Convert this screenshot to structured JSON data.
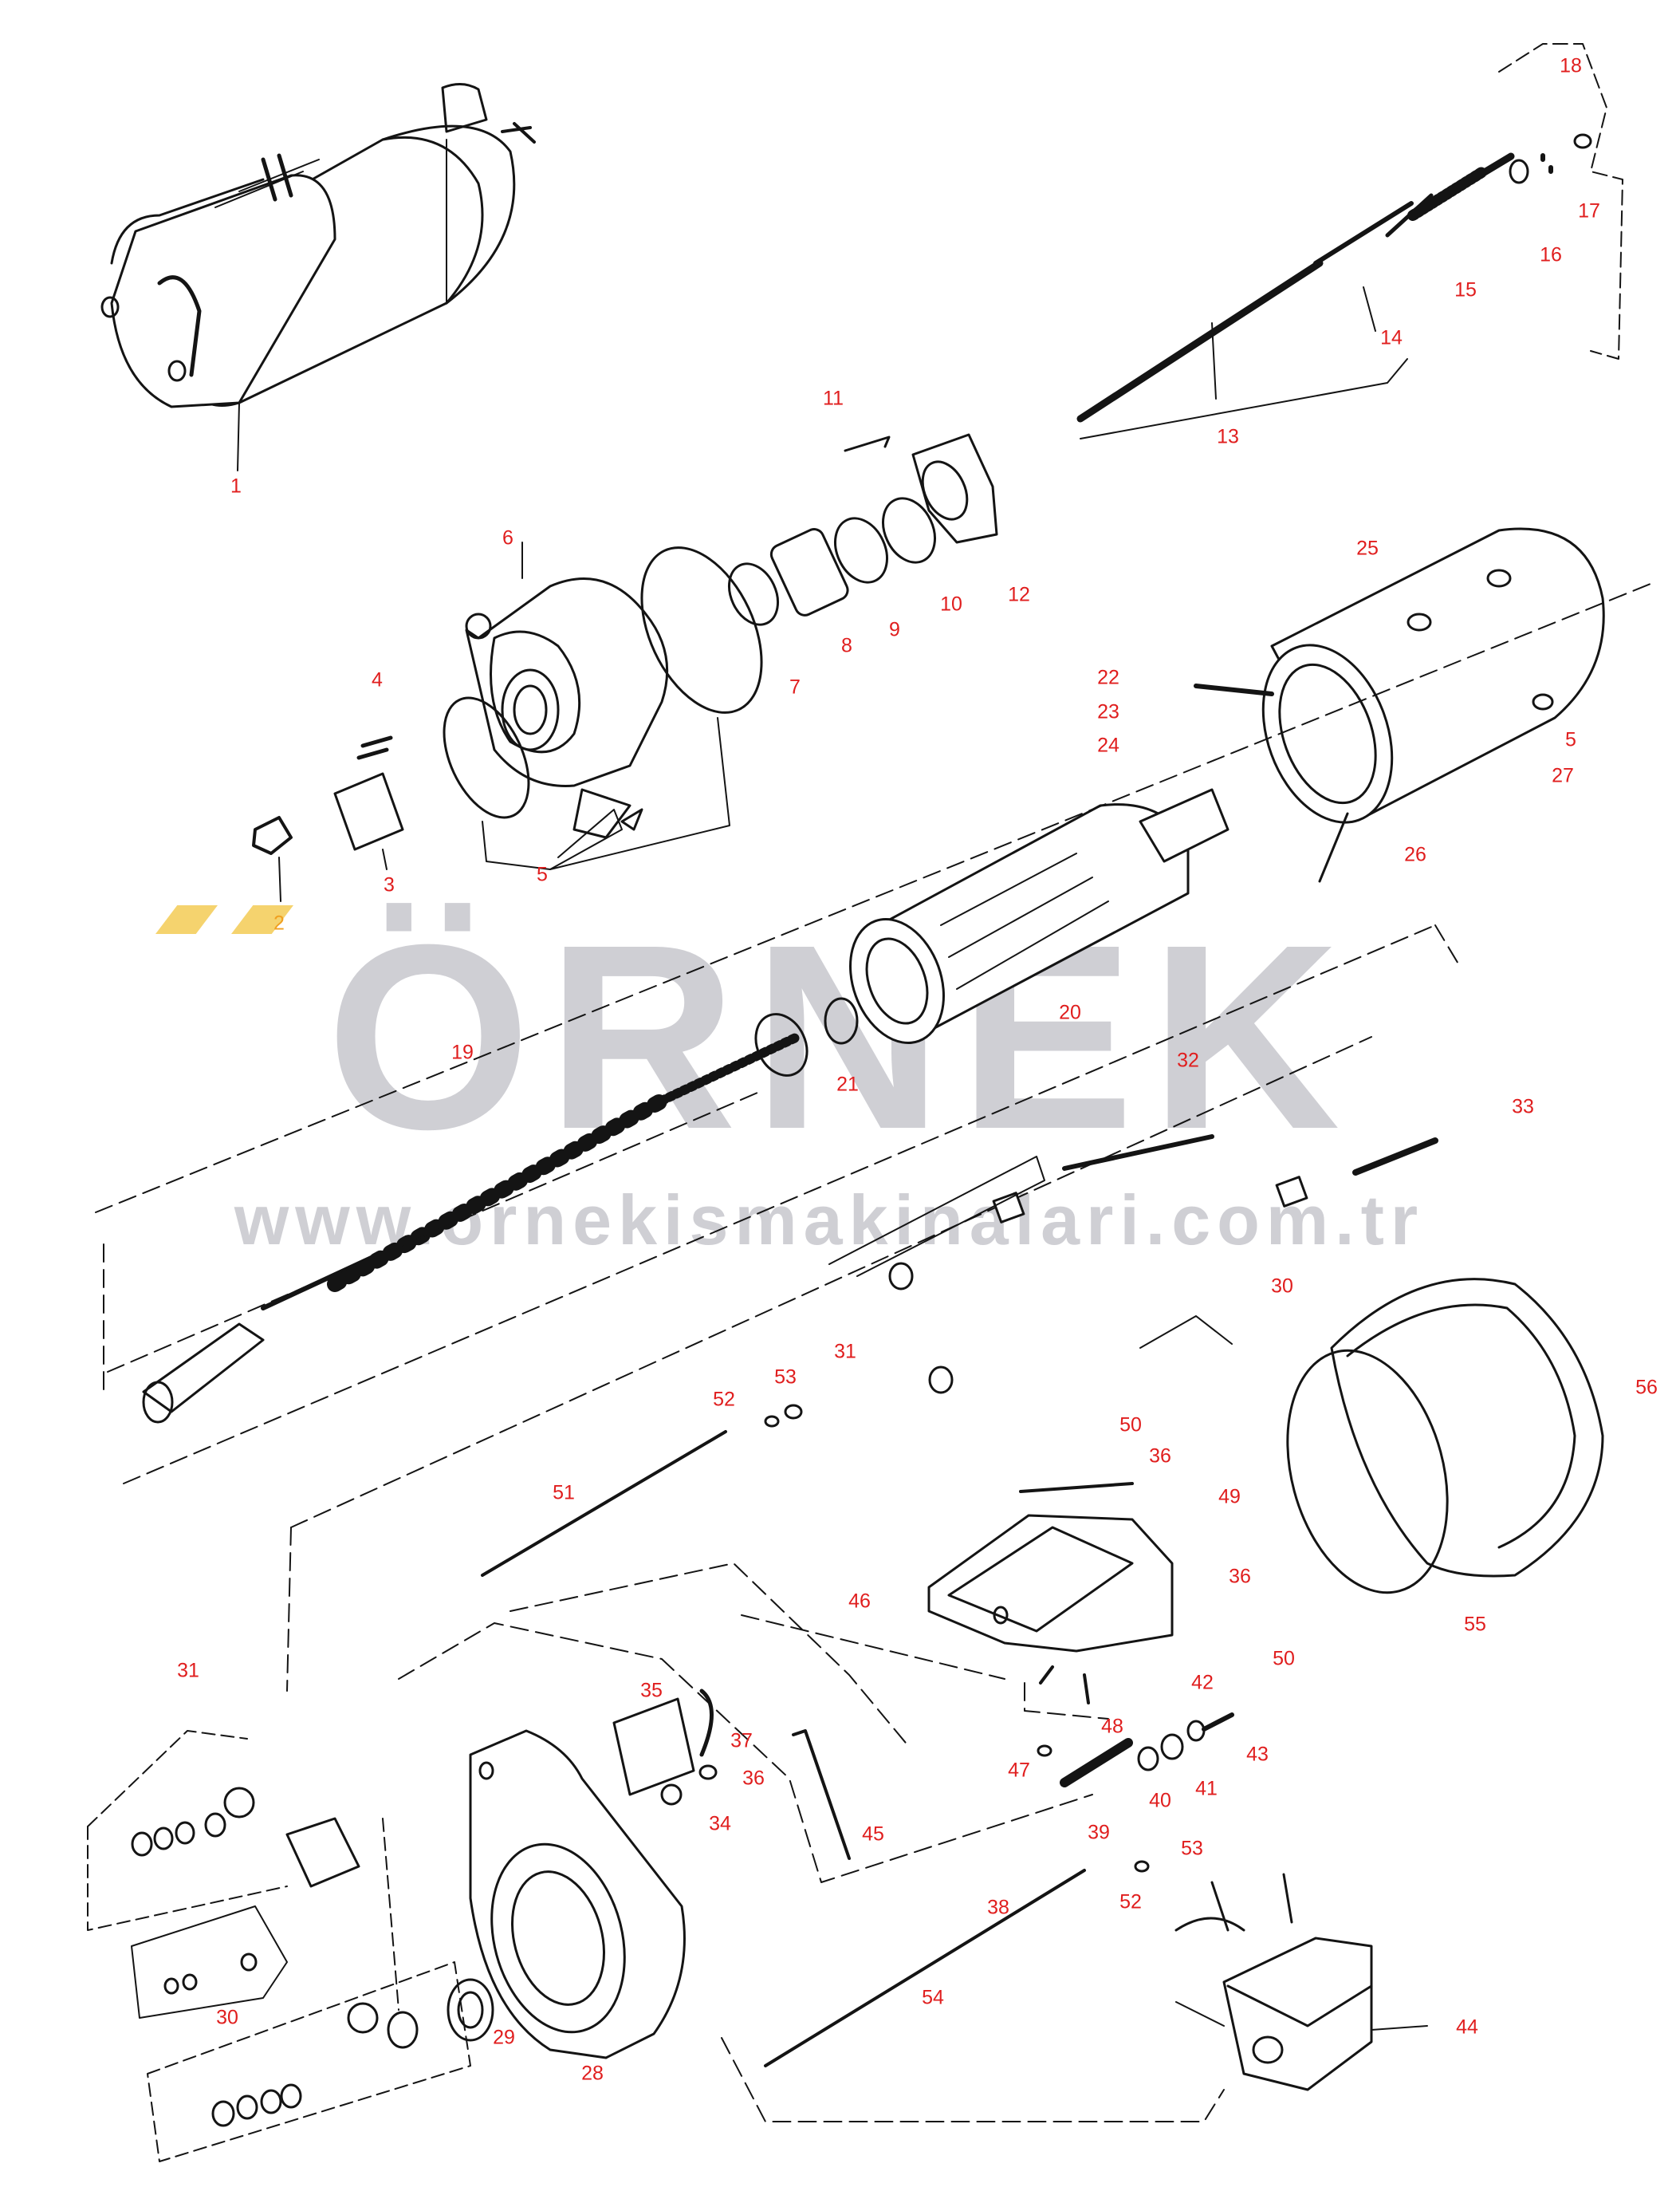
{
  "colors": {
    "background": "#ffffff",
    "line": "#141414",
    "label": "#e01e1e",
    "label_highlight": "#f0a020",
    "watermark": "#cfcfd4",
    "watermark_accent": "#f5d36e"
  },
  "watermark": {
    "brand": "ÖRNEK",
    "url": "www.ornekismakinalari.com.tr"
  },
  "callouts": [
    {
      "id": "c1",
      "text": "1"
    },
    {
      "id": "c2",
      "text": "2"
    },
    {
      "id": "c3",
      "text": "3"
    },
    {
      "id": "c4",
      "text": "4"
    },
    {
      "id": "c5a",
      "text": "5"
    },
    {
      "id": "c5b",
      "text": "5"
    },
    {
      "id": "c6",
      "text": "6"
    },
    {
      "id": "c7",
      "text": "7"
    },
    {
      "id": "c8",
      "text": "8"
    },
    {
      "id": "c9",
      "text": "9"
    },
    {
      "id": "c10",
      "text": "10"
    },
    {
      "id": "c11",
      "text": "11"
    },
    {
      "id": "c12",
      "text": "12"
    },
    {
      "id": "c13",
      "text": "13"
    },
    {
      "id": "c14",
      "text": "14"
    },
    {
      "id": "c15",
      "text": "15"
    },
    {
      "id": "c16",
      "text": "16"
    },
    {
      "id": "c17",
      "text": "17"
    },
    {
      "id": "c18",
      "text": "18"
    },
    {
      "id": "c19",
      "text": "19"
    },
    {
      "id": "c20",
      "text": "20"
    },
    {
      "id": "c21",
      "text": "21"
    },
    {
      "id": "c22",
      "text": "22"
    },
    {
      "id": "c23",
      "text": "23"
    },
    {
      "id": "c24",
      "text": "24"
    },
    {
      "id": "c25",
      "text": "25"
    },
    {
      "id": "c26",
      "text": "26"
    },
    {
      "id": "c27",
      "text": "27"
    },
    {
      "id": "c28",
      "text": "28"
    },
    {
      "id": "c29",
      "text": "29"
    },
    {
      "id": "c30a",
      "text": "30"
    },
    {
      "id": "c30b",
      "text": "30"
    },
    {
      "id": "c31a",
      "text": "31"
    },
    {
      "id": "c31b",
      "text": "31"
    },
    {
      "id": "c32",
      "text": "32"
    },
    {
      "id": "c33",
      "text": "33"
    },
    {
      "id": "c34",
      "text": "34"
    },
    {
      "id": "c35",
      "text": "35"
    },
    {
      "id": "c36a",
      "text": "36"
    },
    {
      "id": "c36b",
      "text": "36"
    },
    {
      "id": "c36c",
      "text": "36"
    },
    {
      "id": "c37",
      "text": "37"
    },
    {
      "id": "c38",
      "text": "38"
    },
    {
      "id": "c39",
      "text": "39"
    },
    {
      "id": "c40",
      "text": "40"
    },
    {
      "id": "c41",
      "text": "41"
    },
    {
      "id": "c42",
      "text": "42"
    },
    {
      "id": "c43",
      "text": "43"
    },
    {
      "id": "c44",
      "text": "44"
    },
    {
      "id": "c45",
      "text": "45"
    },
    {
      "id": "c46",
      "text": "46"
    },
    {
      "id": "c47",
      "text": "47"
    },
    {
      "id": "c48",
      "text": "48"
    },
    {
      "id": "c49",
      "text": "49"
    },
    {
      "id": "c50a",
      "text": "50"
    },
    {
      "id": "c50b",
      "text": "50"
    },
    {
      "id": "c51",
      "text": "51"
    },
    {
      "id": "c52a",
      "text": "52"
    },
    {
      "id": "c52b",
      "text": "52"
    },
    {
      "id": "c53a",
      "text": "53"
    },
    {
      "id": "c53b",
      "text": "53"
    },
    {
      "id": "c54",
      "text": "54"
    },
    {
      "id": "c55",
      "text": "55"
    },
    {
      "id": "c56",
      "text": "56"
    }
  ]
}
